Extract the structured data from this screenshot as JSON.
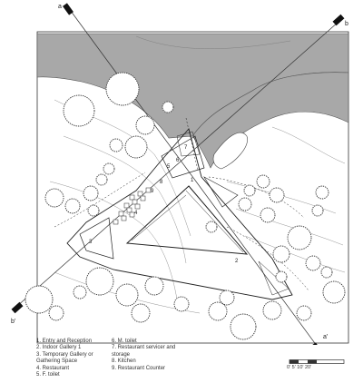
{
  "section_markers": [
    {
      "id": "a",
      "label": "a"
    },
    {
      "id": "a-prime",
      "label": "a'"
    },
    {
      "id": "b",
      "label": "b"
    },
    {
      "id": "b-prime",
      "label": "b'"
    }
  ],
  "plan_numbers": [
    "1",
    "2",
    "3",
    "4",
    "5",
    "6",
    "7",
    "8",
    "9"
  ],
  "legend_left": [
    "1. Entry and Reception",
    "2. Indoor Gallery 1",
    "3. Temporary Gallery or",
    "    Gathering Space",
    "4. Restaurant",
    "5. F. toilet"
  ],
  "legend_right": [
    "6. M. toilet",
    "7. Restaurant servicer and",
    "    storage",
    "8. Kitchen",
    "9. Restaurant Counter"
  ],
  "scale_bar": {
    "text": "0'   5'  10'      20'"
  }
}
